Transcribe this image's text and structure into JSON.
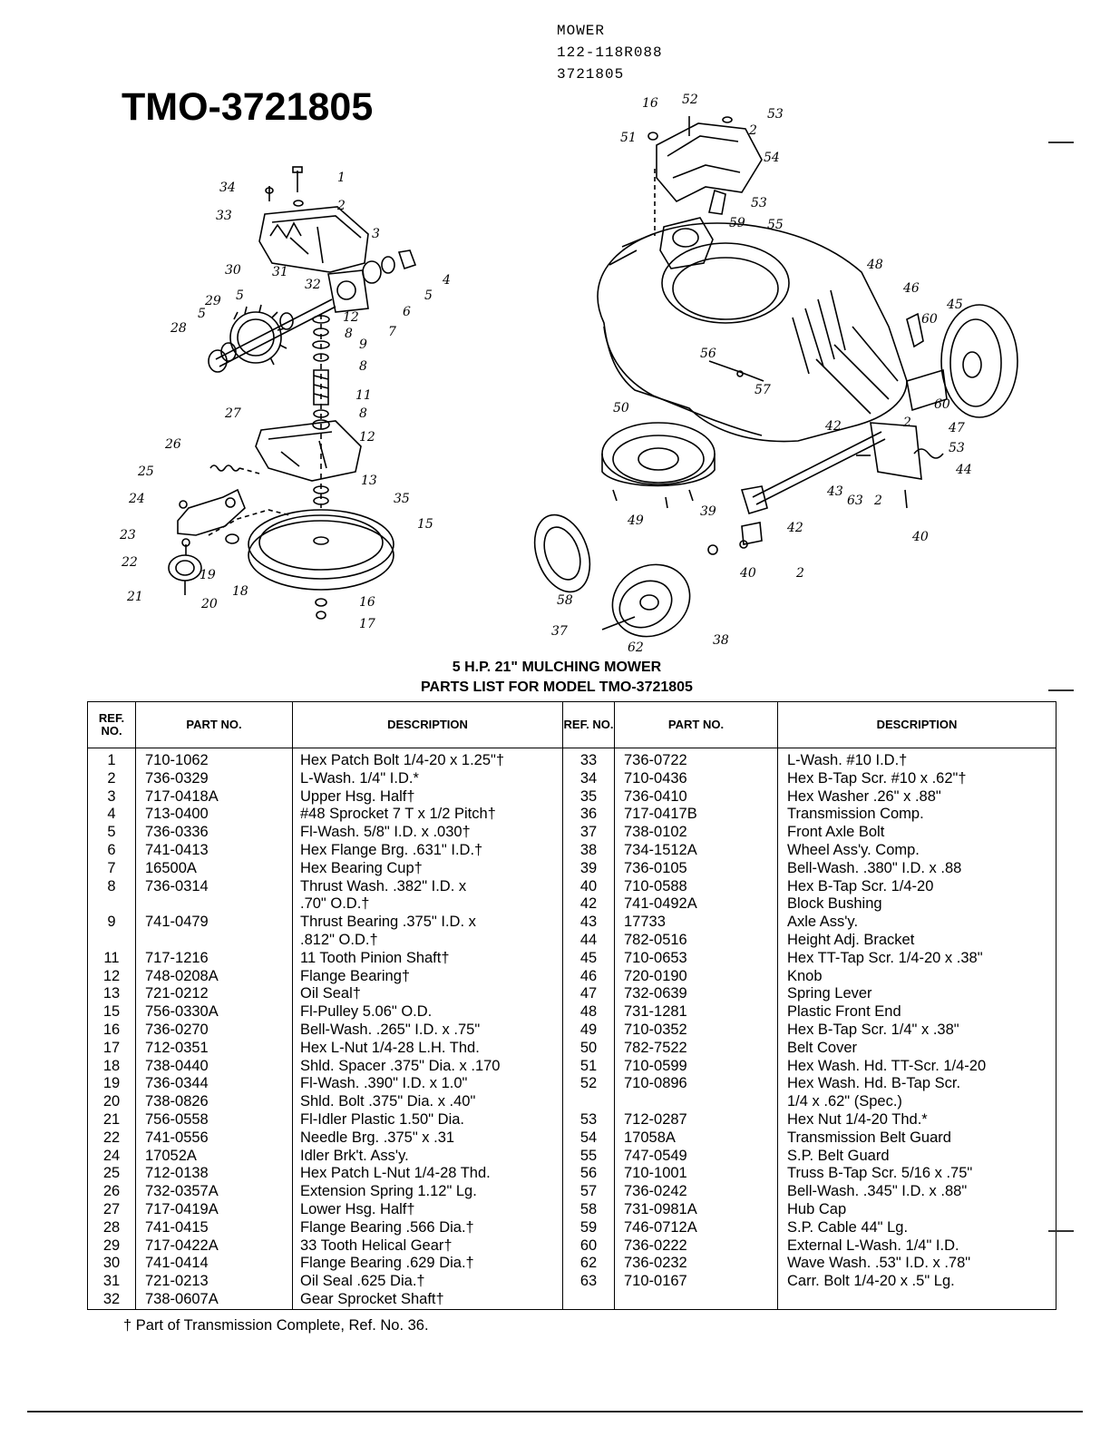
{
  "header_code": {
    "line1": "MOWER",
    "line2": "122-118R088",
    "line3": "3721805"
  },
  "model_title": "TMO-3721805",
  "heading": {
    "line1": "5 H.P. 21\" MULCHING MOWER",
    "line2": "PARTS LIST FOR MODEL TMO-3721805"
  },
  "table_headers": {
    "ref": "REF. NO.",
    "part": "PART NO.",
    "desc": "DESCRIPTION",
    "ref2": "REF. NO.",
    "part2": "PART NO.",
    "desc2": "DESCRIPTION"
  },
  "parts_left": [
    [
      "1",
      "710-1062",
      "Hex Patch Bolt 1/4-20 x 1.25\"†"
    ],
    [
      "2",
      "736-0329",
      "L-Wash. 1/4\" I.D.*"
    ],
    [
      "3",
      "717-0418A",
      "Upper Hsg. Half†"
    ],
    [
      "4",
      "713-0400",
      "#48 Sprocket 7 T x 1/2 Pitch†"
    ],
    [
      "5",
      "736-0336",
      "Fl-Wash. 5/8\" I.D. x .030†"
    ],
    [
      "6",
      "741-0413",
      "Hex Flange Brg. .631\" I.D.†"
    ],
    [
      "7",
      "16500A",
      "Hex Bearing Cup†"
    ],
    [
      "8",
      "736-0314",
      "Thrust Wash. .382\" I.D. x"
    ],
    [
      "",
      "",
      ".70\" O.D.†"
    ],
    [
      "9",
      "741-0479",
      "Thrust Bearing .375\" I.D. x"
    ],
    [
      "",
      "",
      ".812\" O.D.†"
    ],
    [
      "11",
      "717-1216",
      "11 Tooth Pinion Shaft†"
    ],
    [
      "12",
      "748-0208A",
      "Flange Bearing†"
    ],
    [
      "13",
      "721-0212",
      "Oil Seal†"
    ],
    [
      "15",
      "756-0330A",
      "Fl-Pulley 5.06\" O.D."
    ],
    [
      "16",
      "736-0270",
      "Bell-Wash. .265\" I.D. x .75\""
    ],
    [
      "17",
      "712-0351",
      "Hex L-Nut 1/4-28 L.H. Thd."
    ],
    [
      "18",
      "738-0440",
      "Shld. Spacer .375\" Dia. x .170"
    ],
    [
      "19",
      "736-0344",
      "Fl-Wash. .390\" I.D. x 1.0\""
    ],
    [
      "20",
      "738-0826",
      "Shld. Bolt .375\" Dia. x .40\""
    ],
    [
      "21",
      "756-0558",
      "Fl-Idler Plastic 1.50\" Dia."
    ],
    [
      "22",
      "741-0556",
      "Needle Brg. .375\" x .31"
    ],
    [
      "24",
      "17052A",
      "Idler Brk't. Ass'y."
    ],
    [
      "25",
      "712-0138",
      "Hex Patch L-Nut 1/4-28 Thd."
    ],
    [
      "26",
      "732-0357A",
      "Extension Spring 1.12\" Lg."
    ],
    [
      "27",
      "717-0419A",
      "Lower Hsg. Half†"
    ],
    [
      "28",
      "741-0415",
      "Flange Bearing .566 Dia.†"
    ],
    [
      "29",
      "717-0422A",
      "33 Tooth Helical Gear†"
    ],
    [
      "30",
      "741-0414",
      "Flange Bearing .629 Dia.†"
    ],
    [
      "31",
      "721-0213",
      "Oil Seal .625 Dia.†"
    ],
    [
      "32",
      "738-0607A",
      "Gear Sprocket Shaft†"
    ]
  ],
  "parts_right": [
    [
      "33",
      "736-0722",
      "L-Wash. #10 I.D.†"
    ],
    [
      "34",
      "710-0436",
      "Hex B-Tap Scr. #10 x .62\"†"
    ],
    [
      "35",
      "736-0410",
      "Hex Washer .26\" x .88\""
    ],
    [
      "36",
      "717-0417B",
      "Transmission Comp."
    ],
    [
      "37",
      "738-0102",
      "Front Axle Bolt"
    ],
    [
      "38",
      "734-1512A",
      "Wheel Ass'y. Comp."
    ],
    [
      "39",
      "736-0105",
      "Bell-Wash. .380\" I.D. x .88"
    ],
    [
      "40",
      "710-0588",
      "Hex B-Tap Scr. 1/4-20"
    ],
    [
      "42",
      "741-0492A",
      "Block Bushing"
    ],
    [
      "43",
      "17733",
      "Axle Ass'y."
    ],
    [
      "44",
      "782-0516",
      "Height Adj. Bracket"
    ],
    [
      "45",
      "710-0653",
      "Hex TT-Tap Scr. 1/4-20 x .38\""
    ],
    [
      "46",
      "720-0190",
      "Knob"
    ],
    [
      "47",
      "732-0639",
      "Spring Lever"
    ],
    [
      "48",
      "731-1281",
      "Plastic Front End"
    ],
    [
      "49",
      "710-0352",
      "Hex B-Tap Scr. 1/4\" x .38\""
    ],
    [
      "50",
      "782-7522",
      "Belt Cover"
    ],
    [
      "51",
      "710-0599",
      "Hex Wash. Hd. TT-Scr. 1/4-20"
    ],
    [
      "52",
      "710-0896",
      "Hex Wash. Hd. B-Tap Scr."
    ],
    [
      "",
      "",
      "1/4 x .62\" (Spec.)"
    ],
    [
      "53",
      "712-0287",
      "Hex Nut 1/4-20 Thd.*"
    ],
    [
      "54",
      "17058A",
      "Transmission Belt Guard"
    ],
    [
      "55",
      "747-0549",
      "S.P. Belt Guard"
    ],
    [
      "56",
      "710-1001",
      "Truss B-Tap Scr. 5/16 x .75\""
    ],
    [
      "57",
      "736-0242",
      "Bell-Wash. .345\" I.D. x .88\""
    ],
    [
      "58",
      "731-0981A",
      "Hub Cap"
    ],
    [
      "59",
      "746-0712A",
      "S.P. Cable 44\" Lg."
    ],
    [
      "60",
      "736-0222",
      "External L-Wash. 1/4\" I.D."
    ],
    [
      "62",
      "736-0232",
      "Wave Wash. .53\" I.D. x .78\""
    ],
    [
      "63",
      "710-0167",
      "Carr. Bolt 1/4-20 x .5\" Lg."
    ],
    [
      "",
      "",
      ""
    ]
  ],
  "continuation_rows": [
    false,
    false,
    false,
    false,
    false,
    false,
    false,
    false,
    true,
    false,
    true,
    false,
    false,
    false,
    false,
    false,
    false,
    false,
    false,
    false,
    false,
    false,
    false,
    false,
    false,
    false,
    false,
    false,
    false,
    false,
    false
  ],
  "continuation_rows_right": [
    false,
    false,
    false,
    false,
    false,
    false,
    false,
    false,
    false,
    false,
    false,
    false,
    false,
    false,
    false,
    false,
    false,
    false,
    false,
    true,
    false,
    false,
    false,
    false,
    false,
    false,
    false,
    false,
    false,
    false,
    false
  ],
  "footnote": "† Part of Transmission Complete, Ref. No. 36.",
  "diagram_callouts": {
    "transmission": [
      "1",
      "2",
      "3",
      "4",
      "5",
      "6",
      "7",
      "8",
      "9",
      "8",
      "11",
      "8",
      "12",
      "13",
      "35",
      "15",
      "16",
      "17",
      "18",
      "19",
      "20",
      "21",
      "22",
      "23",
      "24",
      "25",
      "26",
      "27",
      "28",
      "5",
      "29",
      "30",
      "5",
      "31",
      "32",
      "33",
      "34",
      "12"
    ],
    "deck": [
      "16",
      "52",
      "53",
      "2",
      "51",
      "54",
      "53",
      "55",
      "59",
      "48",
      "46",
      "45",
      "60",
      "56",
      "57",
      "60",
      "47",
      "50",
      "42",
      "2",
      "53",
      "44",
      "43",
      "63",
      "2",
      "40",
      "49",
      "39",
      "42",
      "40",
      "2",
      "58",
      "37",
      "62",
      "38"
    ]
  }
}
